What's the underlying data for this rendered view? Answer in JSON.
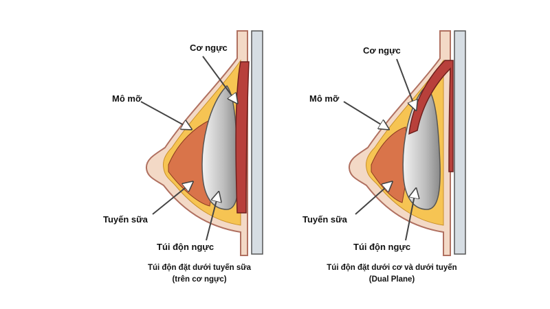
{
  "panels": [
    {
      "labels": {
        "muscle": "Cơ ngực",
        "fat": "Mô mỡ",
        "gland": "Tuyến sữa",
        "implant": "Túi độn ngực"
      },
      "caption": [
        "Túi độn đặt dưới tuyến sữa",
        "(trên cơ ngực)"
      ],
      "placement": "subglandular"
    },
    {
      "labels": {
        "muscle": "Cơ ngực",
        "fat": "Mô mỡ",
        "gland": "Tuyến sữa",
        "implant": "Túi độn ngực"
      },
      "caption": [
        "Túi độn đặt dưới cơ và dưới tuyến",
        "(Dual Plane)"
      ],
      "placement": "dual-plane"
    }
  ],
  "colors": {
    "fat": "#f6c453",
    "skin": "#f3d9c6",
    "gland": "#d9744a",
    "muscle": "#b8403b",
    "implant": "#c9c9c9",
    "ribs": "#d6dde3"
  }
}
